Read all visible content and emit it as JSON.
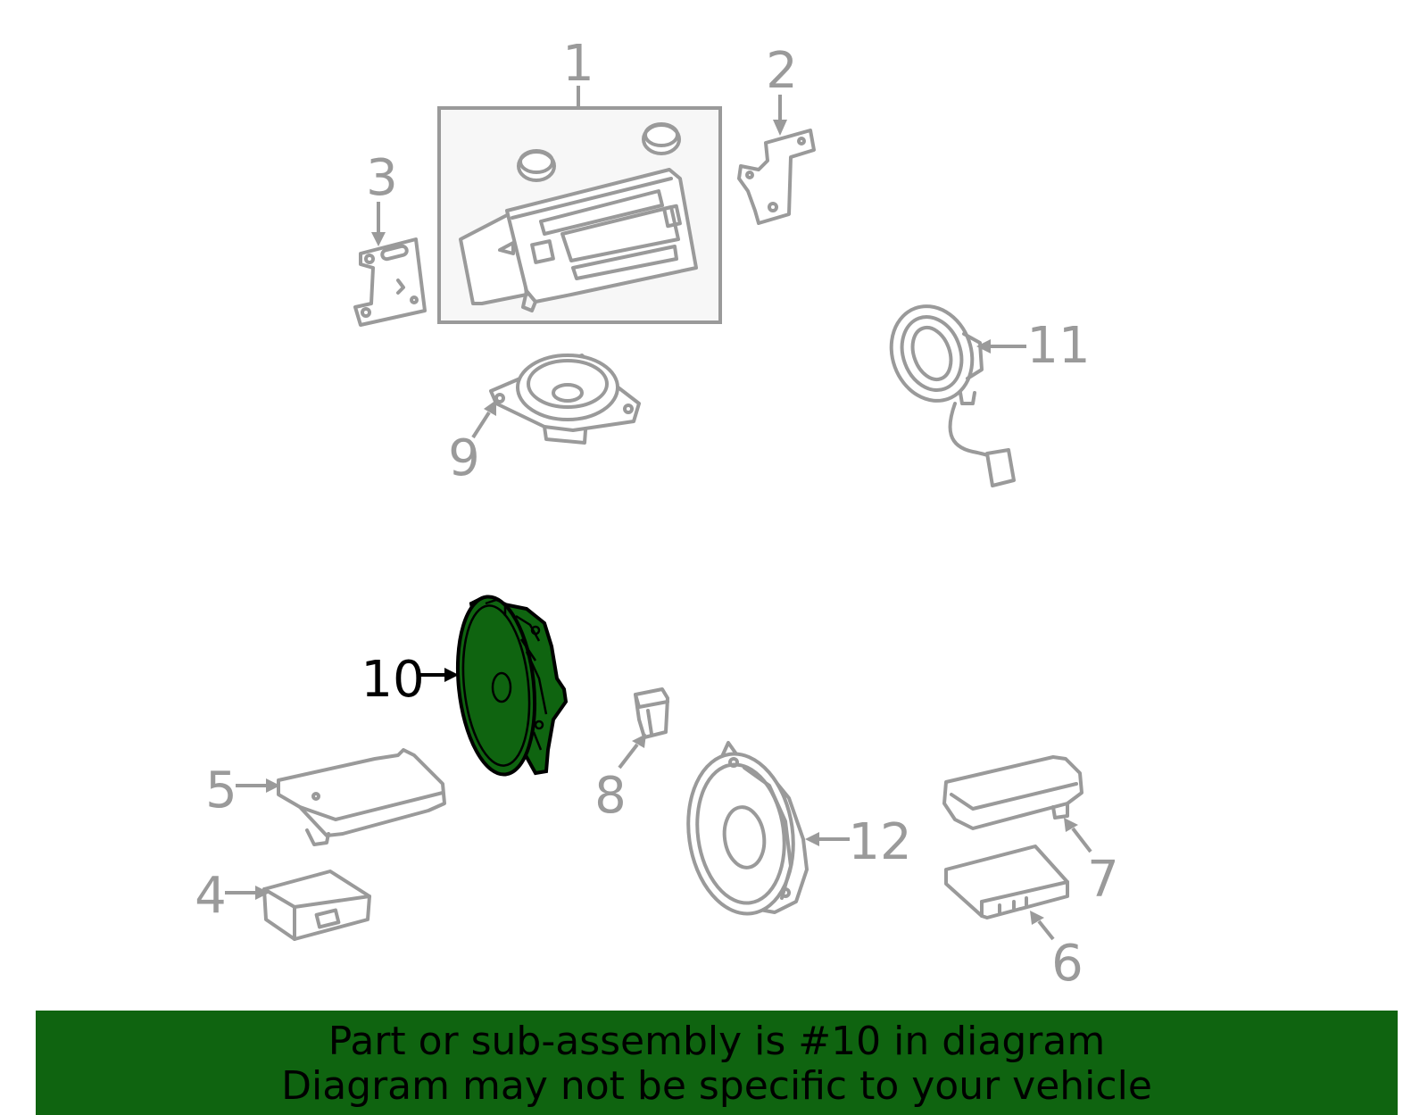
{
  "callouts": {
    "c1": "1",
    "c2": "2",
    "c3": "3",
    "c4": "4",
    "c5": "5",
    "c6": "6",
    "c7": "7",
    "c8": "8",
    "c9": "9",
    "c10": "10",
    "c11": "11",
    "c12": "12"
  },
  "highlighted_part": "10",
  "colors": {
    "highlight": "#0f6410",
    "line": "#9a9a9a",
    "banner_bg": "#0f6410",
    "text": "#000000"
  },
  "banner": {
    "line1": "Part or sub-assembly is #10 in diagram",
    "line2": "Diagram may not be specific to your vehicle"
  }
}
